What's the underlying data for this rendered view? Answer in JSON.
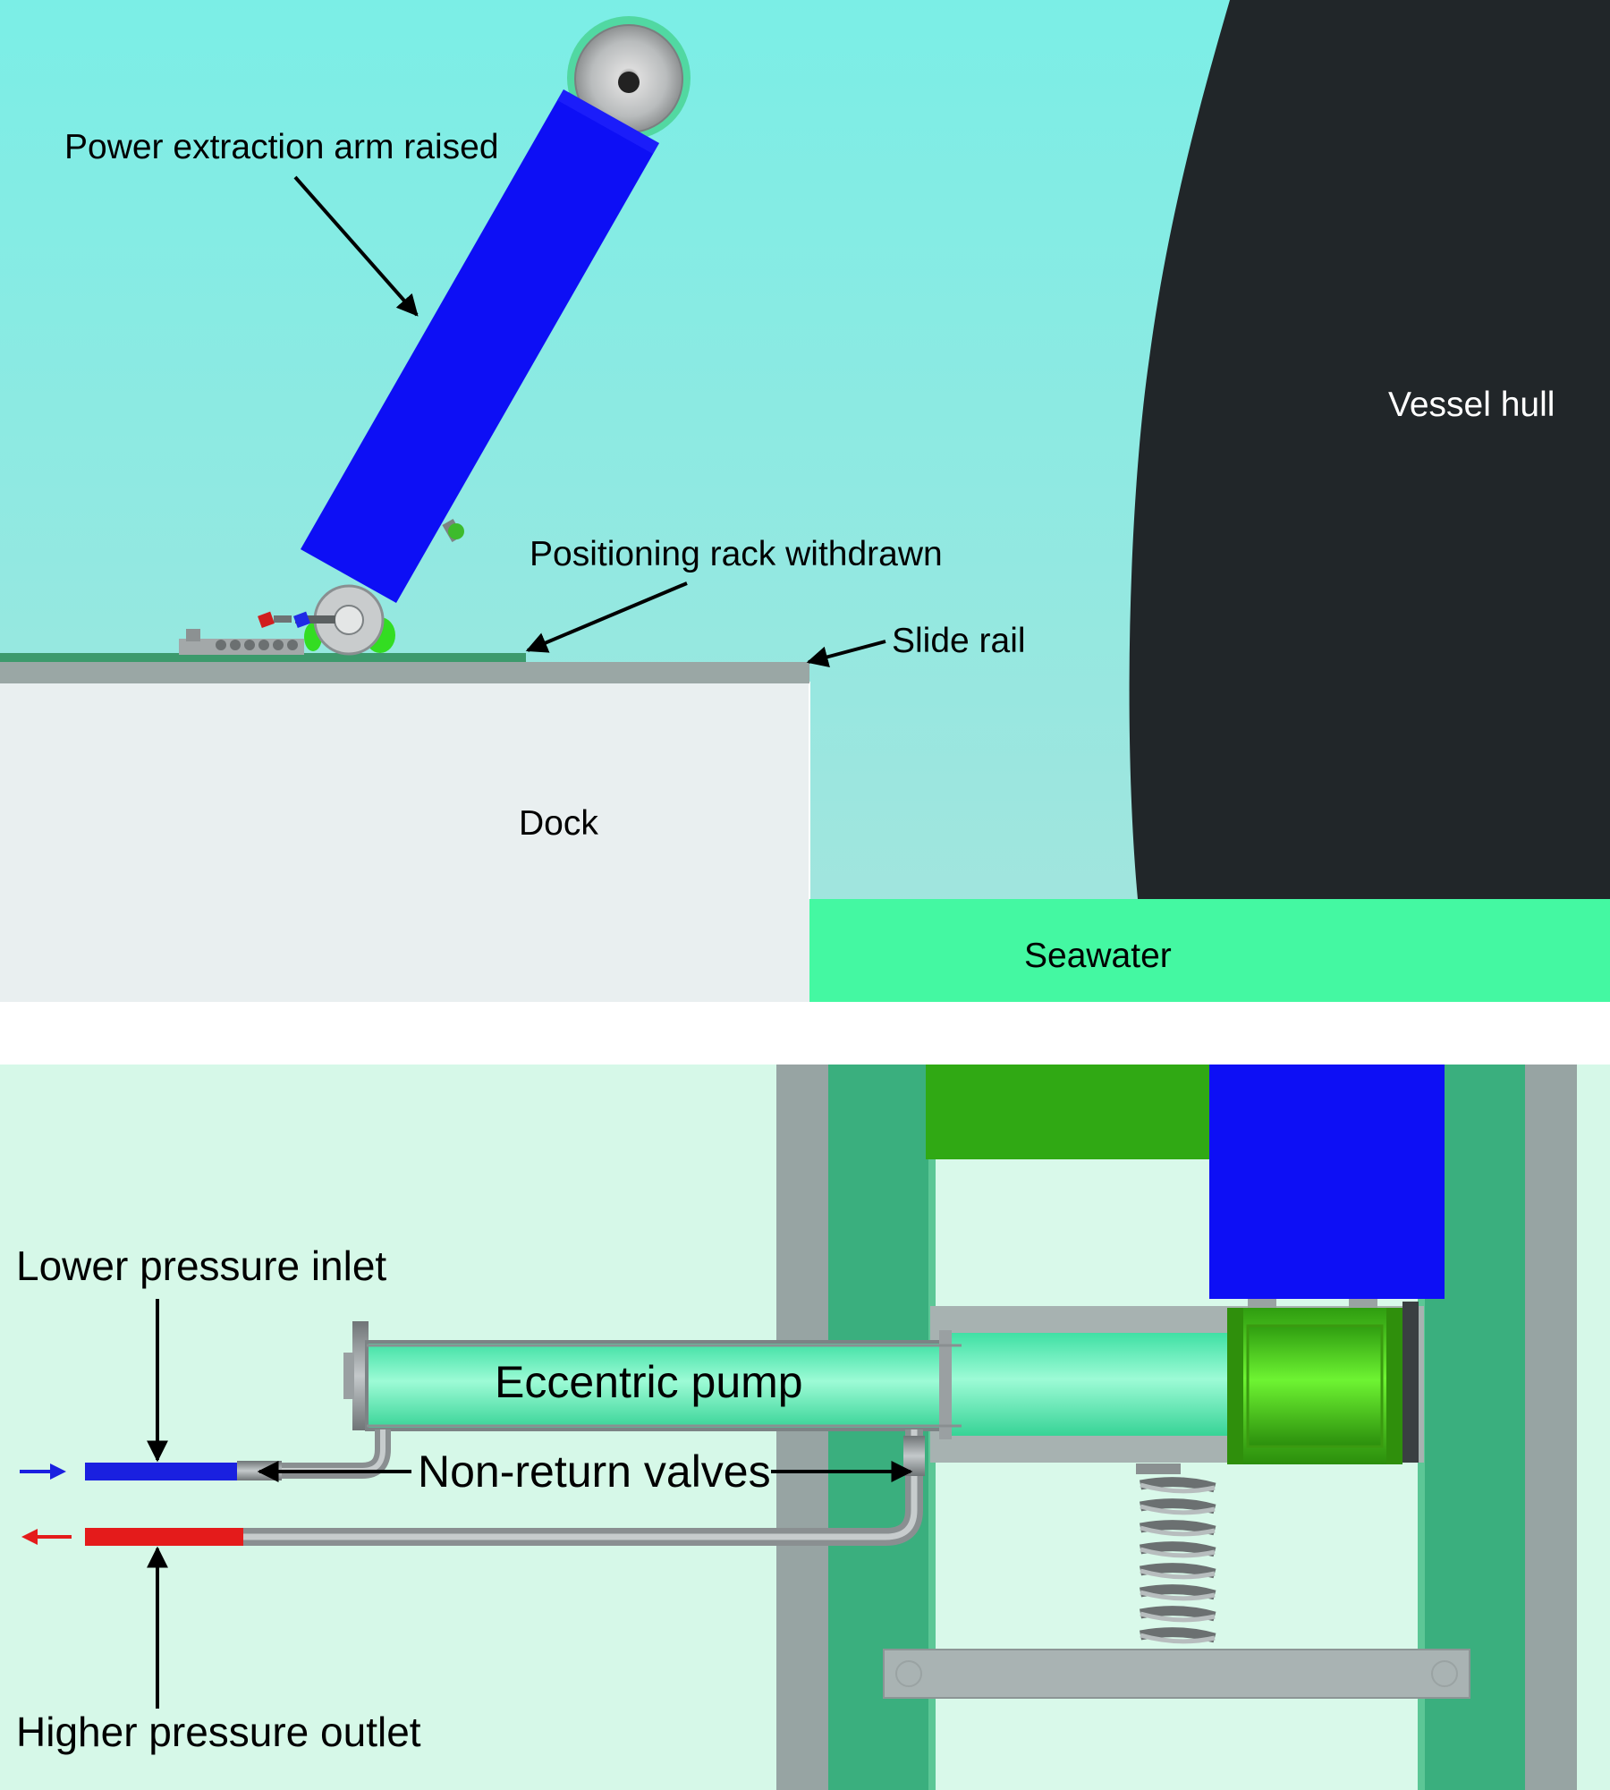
{
  "top_panel": {
    "labels": {
      "arm": "Power extraction arm raised",
      "rack": "Positioning rack withdrawn",
      "rail": "Slide rail",
      "hull": "Vessel hull",
      "dock": "Dock",
      "sea": "Seawater"
    }
  },
  "bottom_panel": {
    "labels": {
      "inlet": "Lower pressure inlet",
      "pump": "Eccentric pump",
      "valves": "Non-return valves",
      "outlet": "Higher pressure outlet"
    }
  },
  "colors": {
    "sky": "#7eeee6",
    "sky_lower": "#9fe6df",
    "hull": "#212629",
    "dock": "#e9eff0",
    "rail": "#9aa7a5",
    "seawater": "#44f8a2",
    "arm": "#0d0ff5",
    "bottom_bg": "#d6f8e8",
    "frame_green": "#3aaf7e",
    "frame_grey": "#97a4a3",
    "cylinder": "#5cf0b6",
    "bearing_green": "#4ecb18",
    "inlet_blue": "#1a20e0",
    "outlet_red": "#e41b1b",
    "pipe_grey": "#8a8f91"
  }
}
